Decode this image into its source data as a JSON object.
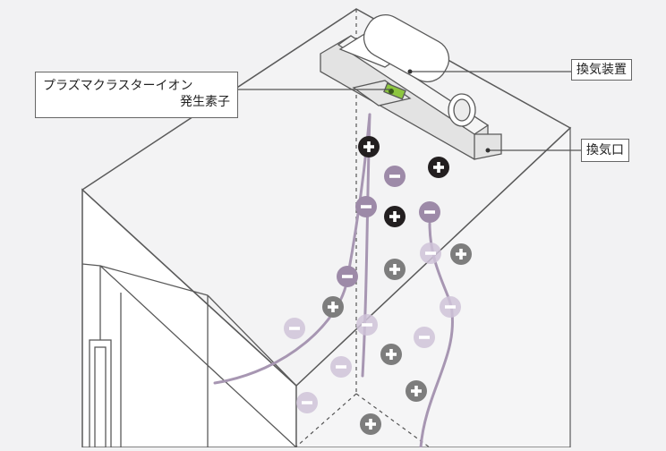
{
  "labels": {
    "ion_element_line1": "プラズマクラスターイオン",
    "ion_element_line2": "発生素子",
    "ventilation_device": "換気装置",
    "ventilation_port": "換気口"
  },
  "ions": [
    {
      "sign": "+",
      "tone": "black"
    },
    {
      "sign": "+",
      "tone": "black"
    },
    {
      "sign": "+",
      "tone": "black"
    },
    {
      "sign": "-",
      "tone": "purple"
    },
    {
      "sign": "-",
      "tone": "purple"
    },
    {
      "sign": "-",
      "tone": "purple"
    },
    {
      "sign": "-",
      "tone": "purple"
    },
    {
      "sign": "-",
      "tone": "lavender"
    },
    {
      "sign": "-",
      "tone": "lavender"
    },
    {
      "sign": "-",
      "tone": "lavender"
    },
    {
      "sign": "-",
      "tone": "lavender"
    },
    {
      "sign": "-",
      "tone": "lavender"
    },
    {
      "sign": "-",
      "tone": "lavender"
    },
    {
      "sign": "-",
      "tone": "lavender"
    },
    {
      "sign": "+",
      "tone": "gray"
    },
    {
      "sign": "+",
      "tone": "gray"
    },
    {
      "sign": "+",
      "tone": "gray"
    },
    {
      "sign": "+",
      "tone": "gray"
    },
    {
      "sign": "+",
      "tone": "gray"
    },
    {
      "sign": "+",
      "tone": "gray"
    }
  ],
  "colors": {
    "background": "#f2f2f3",
    "box_face": "#ffffff",
    "outline": "#5a5a5a",
    "black_ion": "#231f20",
    "purple_ion": "#9d8aa8",
    "lavender_ion": "#cfc3d8",
    "gray_ion": "#7d7d7d",
    "flow_line": "#a796b2",
    "element_green": "#8dc63f"
  }
}
